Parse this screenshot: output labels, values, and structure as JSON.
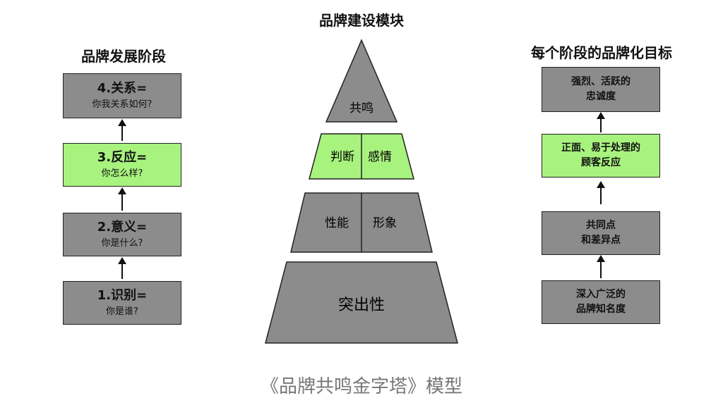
{
  "left": {
    "title": "品牌发展阶段",
    "stages": [
      {
        "title": "4.关系=",
        "sub": "你我关系如何?",
        "color": "#8c8c8c"
      },
      {
        "title": "3.反应=",
        "sub": "你怎么样?",
        "color": "#a8f27e"
      },
      {
        "title": "2.意义=",
        "sub": "你是什么?",
        "color": "#8c8c8c"
      },
      {
        "title": "1.识别=",
        "sub": "你是谁?",
        "color": "#8c8c8c"
      }
    ]
  },
  "center": {
    "title": "品牌建设模块",
    "levels": {
      "top": "共鸣",
      "upper_left": "判断",
      "upper_right": "感情",
      "mid_left": "性能",
      "mid_right": "形象",
      "base": "突出性"
    }
  },
  "right": {
    "title": "每个阶段的品牌化目标",
    "goals": [
      {
        "line1": "强烈、活跃的",
        "line2": "忠诚度",
        "color": "#8c8c8c"
      },
      {
        "line1": "正面、易于处理的",
        "line2": "顾客反应",
        "color": "#a8f27e"
      },
      {
        "line1": "共同点",
        "line2": "和差异点",
        "color": "#8c8c8c"
      },
      {
        "line1": "深入广泛的",
        "line2": "品牌知名度",
        "color": "#8c8c8c"
      }
    ]
  },
  "caption": "《品牌共鸣金字塔》模型",
  "colors": {
    "gray": "#8c8c8c",
    "green": "#a8f27e"
  }
}
